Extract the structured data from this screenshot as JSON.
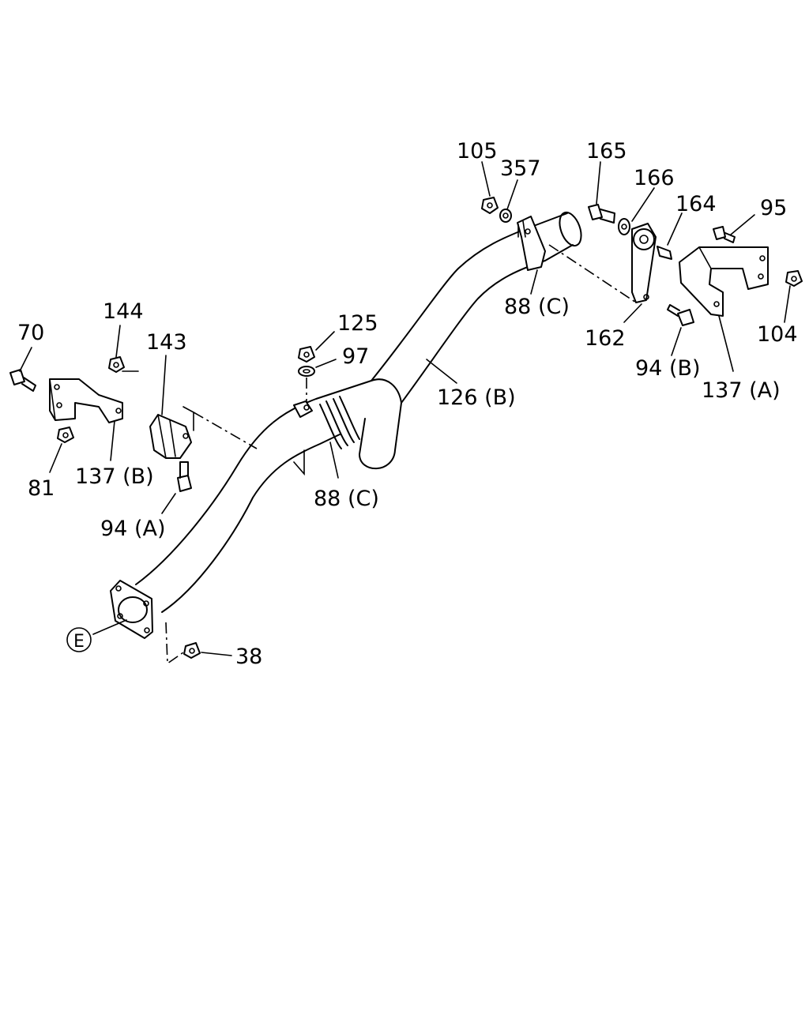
{
  "callouts": {
    "c105": "105",
    "c357": "357",
    "c165": "165",
    "c166": "166",
    "c164": "164",
    "c95": "95",
    "c104": "104",
    "c162": "162",
    "c94b": "94 (B)",
    "c137a": "137 (A)",
    "c88c_top": "88 (C)",
    "c126b": "126 (B)",
    "c125": "125",
    "c97": "97",
    "c88c_mid": "88 (C)",
    "c70": "70",
    "c144": "144",
    "c143": "143",
    "c81": "81",
    "c137b": "137 (B)",
    "c94a": "94 (A)",
    "c38": "38",
    "cE": "E"
  },
  "colors": {
    "line": "#000000",
    "background": "#ffffff"
  }
}
